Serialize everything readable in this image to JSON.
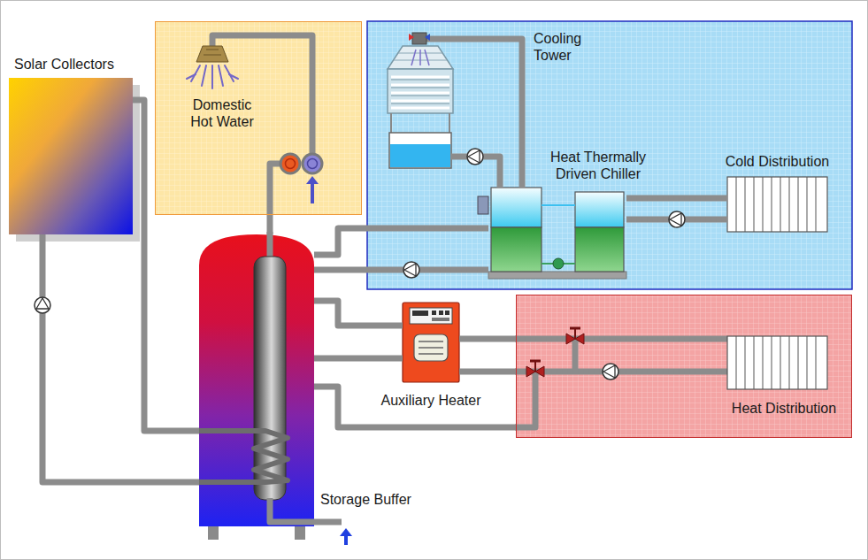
{
  "diagram": {
    "nodes": [
      {
        "text": [
          "Solar Collectors"
        ]
      },
      {
        "text": [
          "Domestic Hot Water"
        ]
      },
      {
        "text": [
          "Cooling Tower"
        ]
      },
      {
        "text": [
          "Heat Thermally Driven Chiller"
        ]
      },
      {
        "text": [
          "Cold Distribution"
        ]
      },
      {
        "text": [
          "Storage Buffer"
        ]
      },
      {
        "text": [
          "Auxiliary Heater"
        ]
      },
      {
        "text": [
          "Heat Distribution"
        ]
      }
    ],
    "edges": [
      {
        "from": 0,
        "to": 5,
        "arrow": "none"
      },
      {
        "from": 0,
        "to": 5,
        "arrow": "none"
      },
      {
        "from": 5,
        "to": 1,
        "arrow": "none"
      },
      {
        "from": 5,
        "to": 3,
        "arrow": "none"
      },
      {
        "from": 5,
        "to": 3,
        "arrow": "none"
      },
      {
        "from": 2,
        "to": 3,
        "arrow": "none"
      },
      {
        "from": 2,
        "to": 3,
        "arrow": "none"
      },
      {
        "from": 3,
        "to": 4,
        "arrow": "none"
      },
      {
        "from": 3,
        "to": 4,
        "arrow": "none"
      },
      {
        "from": 5,
        "to": 6,
        "arrow": "none"
      },
      {
        "from": 5,
        "to": 6,
        "arrow": "none"
      },
      {
        "from": 6,
        "to": 7,
        "arrow": "none"
      },
      {
        "from": 6,
        "to": 7,
        "arrow": "none"
      },
      {
        "from": 5,
        "to": 7,
        "arrow": "none"
      }
    ]
  }
}
